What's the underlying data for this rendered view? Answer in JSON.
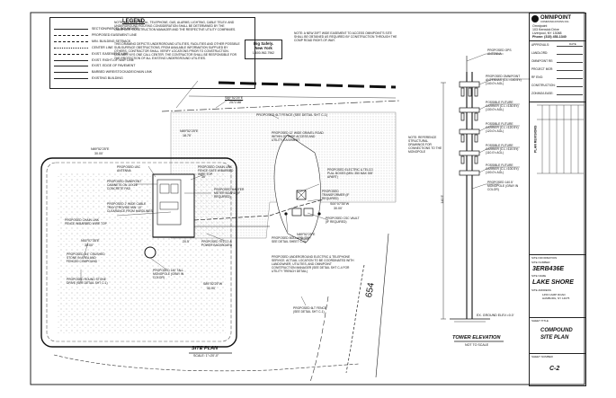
{
  "legend": {
    "title": "LEGEND",
    "items": [
      "SECTION/PARCEL BOUNDARY",
      "PROPOSED EASEMENT LINE",
      "MIN. BUILDING SETBACK",
      "CENTER LINE",
      "EXIST. EASEMENT LINE",
      "EXIST. RIGHT-OF-WAY LINE",
      "EXIST. EDGE OF PAVEMENT",
      "BARBED WIRE/STOCKADE/CHAIN LINK",
      "EXISTING BUILDING"
    ],
    "note_center": "NOTE: ALL ELECTRICAL, TELEPHONE, GAS, ALARMS, LIGHTING, CABLE TELEV. AND UNDERGROUND ROUTING CONSIDERATION SHALL BE DETERMINED BY THE OMNIPOINT CONSTRUCTION MANAGER AND THE RESPECTIVE UTILITY COMPANIES.",
    "note_drawing": "THIS DRAWING DEPICTS UNDERGROUND UTILITIES, FACILITIES AND OTHER POSSIBLE SUB-SURFACE OBSTRUCTIONS, FROM AVAILABLE INFORMATION SUPPLIED BY OTHERS. CONTRACTOR SHALL VERIFY LOCATIONS PRIOR TO CONSTRUCTION. CONTACT NYS ONE CALL CENTER. THE CONTRACTOR SHALL BE RESPONSIBLE FOR THE PROTECTION OF ALL EXISTING UNDERGROUND UTILITIES.",
    "dig_safely_line1": "Dig Safely.",
    "dig_safely_line2": "New York",
    "dig_safely_phone": "1-800-962-7962",
    "note_right": "NOTE: A NEW 20FT WIDE EASEMENT TO ACCESS OMNIPOINT'S SITE SHALL BE OBTAINED AS REQUIRED BY CONSTRUCTION THROUGH THE COMP ROAD RIGHT-OF-WAY."
  },
  "labels": {
    "fence_north": "PROPOSED 6LT FENCE (SEE DETAIL SHT C-1)",
    "road_bearing_1": "S89°52'25\"E",
    "road_dist_1": "2572.88'",
    "coord_1": "N89°52'25\"E",
    "coord_1b": "18.70'",
    "coord_2": "N89°52'25\"E",
    "coord_2b": "30.00'",
    "coord_3": "S00°07'35\"W",
    "coord_3b": "30.00'",
    "coord_4": "S89°52'25\"W",
    "coord_4b": "30.00'",
    "coord_5": "N00°07'35\"E",
    "coord_5b": "30.00'",
    "coord_6": "N89°52'25\"E",
    "coord_6b": "30.00'",
    "gravel_road": "PROPOSED 12' WIDE GRAVEL ROAD WITHIN 20' WIDE ACCESS AND UTILITY EASEMENT",
    "cable_tray": "PROPOSED 2' WIDE CABLE TRAY (PROVIDE MIN. 10' CLEARANCE FROM HARDLINES)",
    "lbc_antenna": "PROPOSED LBC ANTENNA",
    "omnipoint_cabinet": "PROPOSED OMNIPOINT CABINETS ON 10'X16' CONCRETE PAD",
    "chain_link_north": "PROPOSED CHAIN LINK FENCE GATE W/BARBED WIRE TOP",
    "master_meter": "PROPOSED MASTER METER BOARD (IF REQUIRED)",
    "electric_telco": "PROPOSED ELECTRIC & TELCO PULL BOXES (MIN. 350 MAX 300' APART)",
    "transformer": "PROPOSED TRANSFORMER (IF REQUIRED)",
    "csc_vault": "PROPOSED CSC VAULT (IF REQUIRED)",
    "chain_link_west": "PROPOSED CHAIN LINK FENCE W/BARBED WIRE TOP",
    "crushed_stone": "PROPOSED 3/4\" CRUSHED STONE IN AREA AND FENCED COMPOUND",
    "telco_power": "PROPOSED TELCO & POWER BACKBOARD",
    "bollard": "PROPOSED BOLLARD (TYP. SEE DETAIL SHEET C-4)",
    "monopole_140": "PROPOSED 140' TALL MONOPOLE (GRAY IN COLOR)",
    "underground_service": "PROPOSED UNDERGROUND ELECTRIC & TELEPHONE SERVICE. ACTUAL LOCATION TO BE COORDINATED WITH LANDOWNER, UTILITIES, AND OMNIPOINT CONSTRUCTION MANAGER (SEE DETAIL SHT C-4 FOR UTILITY TRENCH DETAIL)",
    "stone_drive": "PROPOSED ROUND STONE DRIVE (SEE DETAIL SHT C-1)",
    "fence_south": "PROPOSED 6LT FENCE (SEE DETAIL SHT C-1)",
    "dim_20_5": "20.5'",
    "dim_30": "30'",
    "contour": "654",
    "site_plan_title": "SITE PLAN",
    "site_plan_scale": "SCALE: 1\"=20'-0\"",
    "gps_antenna": "PROPOSED GPS ANTENNA",
    "omnipoint_antennas": "PROPOSED OMNIPOINT ANTENNAS (C.L.=140.5'±)(140.0'± AGL)",
    "future_carrier_1": "POSSIBLE FUTURE CARRIER (C.L.=130.5'±)(130.0'± AGL)",
    "future_carrier_2": "POSSIBLE FUTURE CARRIER (C.L.=120.5'±)(120.0'± AGL)",
    "future_carrier_3": "POSSIBLE FUTURE CARRIER (C.L.=110.5'±)(110.0'± AGL)",
    "future_carrier_4": "POSSIBLE FUTURE CARRIER (C.L.=100.5'±)(100.0'± AGL)",
    "monopole_tower": "PROPOSED 140.5' MONOPOLE (GRAY IN COLOR)",
    "height_dim": "140.5'",
    "tower_note": "NOTE: REFERENCE STRUCTURAL DRAWINGS FOR CONNECTIONS TO THE MONOPOLE",
    "ground_elev": "EX. GROUND ELEV.=0.0'",
    "tower_title": "TOWER ELEVATION",
    "tower_scale": "NOT TO SCALE"
  },
  "title_block": {
    "company": "OMNIPOINT",
    "company_sub": "COMMUNICATIONS INC.",
    "address_1": "Omnipoint",
    "address_2": "103 Kenwick Drive",
    "address_3": "Liverpool, NY 13088",
    "phone": "Phone: (315) 453-1340",
    "fields": [
      "APPROVALS:",
      "LANDLORD:",
      "OMNIPOINT RE:",
      "PROJECT MGR:",
      "RF ENG:",
      "CONSTRUCTION:",
      "ZONING/LEASE:"
    ],
    "approvals_value": "DATE",
    "revisions_label": "PLAN REVISIONS",
    "site_info_label": "SITE INFORMATION",
    "site_number_label": "SITE NUMBER",
    "site_number": "3ERB436E",
    "site_name_label": "SITE NAME",
    "site_name": "LAKE SHORE",
    "site_address_label": "SITE ADDRESS",
    "site_address_1": "1450 CAMP ROAD",
    "site_address_2": "HAMBURG, NY 14075",
    "sheet_title_label": "SHEET TITLE",
    "sheet_title_1": "COMPOUND",
    "sheet_title_2": "SITE PLAN",
    "sheet_number_label": "SHEET NUMBER",
    "sheet_number": "C-2"
  }
}
